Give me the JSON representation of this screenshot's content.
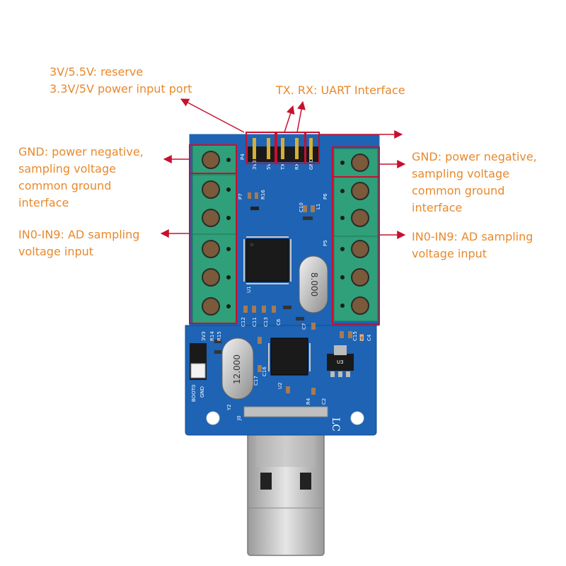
{
  "colors": {
    "callout_text": "#e8892c",
    "arrow": "#c8102e",
    "pcb_blue": "#1e63b4",
    "terminal_green": "#2fa079",
    "highlight_box": "#c8102e",
    "usb_metal": "#c9c9c9"
  },
  "callouts": {
    "power_reserve": {
      "line1": "3V/5.5V: reserve",
      "line2": "3.3V/5V power input port"
    },
    "uart": {
      "text": "TX. RX: UART Interface"
    },
    "gnd_left": {
      "line1": "GND: power negative,",
      "line2": "sampling voltage",
      "line3": "common ground",
      "line4": "interface"
    },
    "gnd_right": {
      "line1": "GND: power negative,",
      "line2": "sampling voltage",
      "line3": "common ground",
      "line4": "interface"
    },
    "in_left": {
      "line1": "IN0-IN9: AD sampling",
      "line2": "voltage input"
    },
    "in_right": {
      "line1": "IN0-IN9: AD sampling",
      "line2": "voltage input"
    }
  },
  "board": {
    "header_pins": [
      "3V3",
      "5V",
      "TX",
      "RX",
      "GND"
    ],
    "labels": {
      "p4": "P4",
      "p7": "P7",
      "p6": "P6",
      "p5": "P5",
      "r16": "R16",
      "c10": "C10",
      "l1": "L1",
      "u1": "U1",
      "c12": "C12",
      "c11": "C11",
      "c13": "C13",
      "c6": "C6",
      "c7": "C7",
      "r14": "R14",
      "r15": "R15",
      "u2": "U2",
      "c15": "C15",
      "c3": "C3",
      "c4": "C4",
      "c17": "C17",
      "c16": "C16",
      "y2": "Y2",
      "j0": "J0",
      "c2": "C2",
      "u3": "U3",
      "r4": "R4",
      "boot0": "BOOT0",
      "gnd": "GND",
      "v33": "3V3",
      "lc": "LC"
    },
    "crystal_small": "8.000",
    "crystal_large": "12.000"
  }
}
